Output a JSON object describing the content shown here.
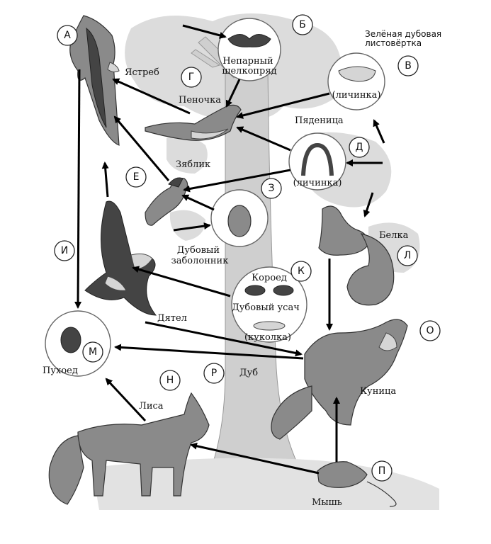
{
  "organisms": {
    "gypsy_moth": "Непарный\nшелкопряд",
    "oak_roller": "Зелёная дубовая\nлистовёртка",
    "roller_larva": "(личинка)",
    "hawk": "Ястреб",
    "warbler": "Пеночка",
    "looper": "Пяденица",
    "looper_larva": "(личинка)",
    "chaffinch": "Зяблик",
    "oak_weevil": "Дубовый\nзаболонник",
    "squirrel": "Белка",
    "bark_beetle": "Короед",
    "longhorn": "Дубовый усач",
    "pupa": "(куколка)",
    "woodpecker": "Дятел",
    "ground_beetle": "Пухоед",
    "oak": "Дуб",
    "marten": "Куница",
    "fox": "Лиса",
    "mouse": "Мышь"
  },
  "letters": {
    "A": "А",
    "B": "Б",
    "V": "В",
    "G": "Г",
    "D": "Д",
    "E": "Е",
    "Z": "З",
    "I": "И",
    "K": "К",
    "L": "Л",
    "M": "М",
    "N": "Н",
    "O": "О",
    "P": "П",
    "R": "Р"
  }
}
